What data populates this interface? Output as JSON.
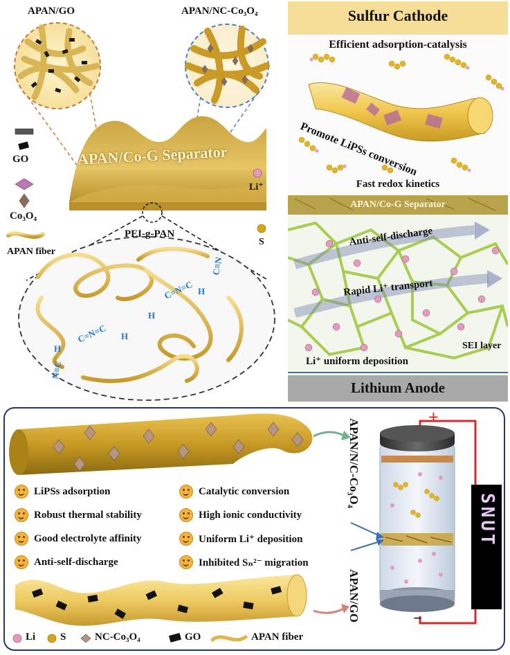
{
  "left_panel": {
    "apan_go_label": "APAN/GO",
    "apan_nc_label": "APAN/NC-Co₃O₄",
    "separator_label": "APAN/Co-G Separator",
    "li_legend": "Li⁺",
    "s_legend": "S",
    "go_legend": "GO",
    "co3o4_legend": "Co₃O₄",
    "fiber_legend": "APAN fiber",
    "pei_label": "PEI-g-PAN",
    "chem_cn1": "C≡N",
    "chem_cn2": "C=N=C",
    "chem_cn3": "C=N=C",
    "chem_cn4": "N≡C",
    "chem_h": "H"
  },
  "right_panel": {
    "cathode_label": "Sulfur Cathode",
    "adsorption_label": "Efficient adsorption-catalysis",
    "promote_label": "Promote LiPSs conversion",
    "redox_label": "Fast redox kinetics",
    "separator_label": "APAN/Co-G Separator",
    "antiself_label": "Anti-self-discharge",
    "transport_label": "Rapid Li⁺ transport",
    "sei_label": "SEI layer",
    "deposition_label": "Li⁺ uniform deposition",
    "li_ion": "Li",
    "anode_label": "Lithium Anode"
  },
  "bottom_panel": {
    "properties": [
      "LiPSs adsorption",
      "Catalytic conversion",
      "Robust thermal stability",
      "High ionic conductivity",
      "Good electrolyte affinity",
      "Uniform Li⁺ deposition",
      "Anti-self-discharge",
      "Inhibited Sₙ²⁻ migration"
    ],
    "vertical_top_label": "APAN/N/C-Co₃O₄",
    "vertical_bottom_label": "APAN/GO",
    "plus_label": "+",
    "minus_label": "−",
    "snut_label": "SNUT",
    "legend": {
      "li": "Li",
      "s": "S",
      "nc": "NC-Co₃O₄",
      "go": "GO",
      "fiber": "APAN fiber"
    }
  },
  "colors": {
    "gold": "#c9a227",
    "gold_light": "#f2d77a",
    "cathode_band": "#f6de99",
    "anode_band": "#a9a9a9",
    "network_green": "#a9cc52",
    "chem_blue": "#1f78c8",
    "panel_border": "#1f3a6b",
    "battery_red": "#d62b2b"
  }
}
